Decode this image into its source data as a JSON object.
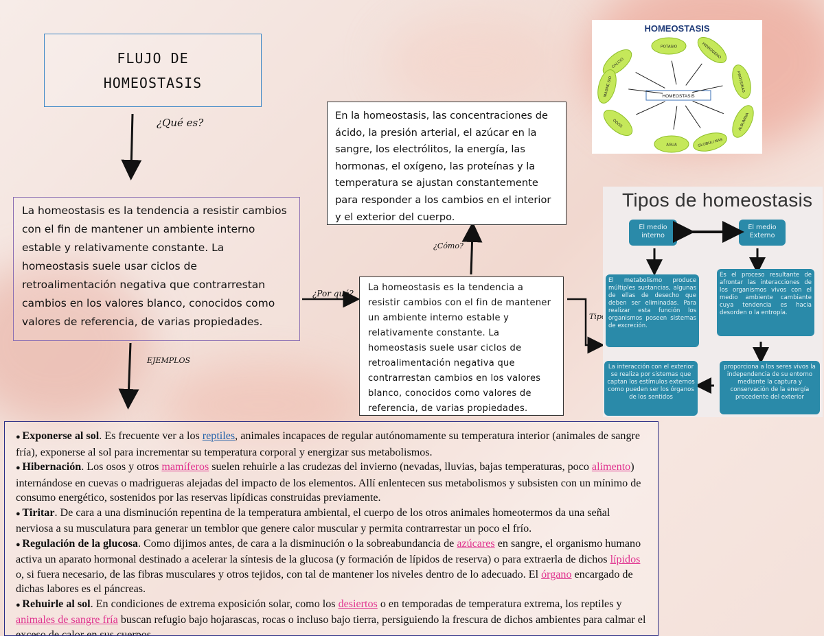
{
  "title": {
    "line1": "FLUJO DE",
    "line2": "HOMEOSTASIS"
  },
  "labels": {
    "que_es": "¿Qué es?",
    "por_que": "¿Por qué?",
    "como": "¿Cómo?",
    "tipo": "Tipo",
    "ejemplos": "EJEMPLOS"
  },
  "definition": "La homeostasis es la tendencia a resistir cambios con el fin de mantener un ambiente interno estable y relativamente constante. La homeostasis suele usar ciclos de retroalimentación negativa que contrarrestan cambios en los valores blanco, conocidos como valores de referencia, de varias propiedades.",
  "concentrations": "En la homeostasis, las concentraciones de ácido, la presión arterial, el azúcar en la sangre, los electrólitos, la energía, las hormonas, el oxígeno, las proteínas y la temperatura se ajustan constantemente para responder a los cambios en el interior y el exterior del cuerpo.",
  "definition2": "La homeostasis es la tendencia a resistir cambios con el fin de mantener un ambiente interno estable y relativamente constante. La homeostasis suele usar ciclos de retroalimentación negativa que contrarrestan cambios en los valores blanco, conocidos como valores de referencia, de varias propiedades.",
  "examples": [
    {
      "bold": "Exponerse al sol",
      "parts": [
        ". Es frecuente ver a los ",
        {
          "link": "reptiles",
          "blue": true
        },
        ", animales incapaces de regular autónomamente su temperatura interior (animales de sangre fría), exponerse al sol para incrementar su temperatura corporal y energizar sus metabolismos."
      ]
    },
    {
      "bold": "Hibernación",
      "parts": [
        ". Los osos y otros ",
        {
          "link": "mamíferos"
        },
        " suelen rehuirle a las crudezas del invierno (nevadas, lluvias, bajas temperaturas, poco ",
        {
          "link": "alimento"
        },
        ") internándose en cuevas o madrigueras alejadas del impacto de los elementos. Allí enlentecen sus metabolismos y subsisten con un mínimo de consumo energético, sostenidos por las reservas lipídicas construidas previamente."
      ]
    },
    {
      "bold": "Tiritar",
      "parts": [
        ". De cara a una disminución repentina de la temperatura ambiental, el cuerpo de los otros animales homeotermos da una señal nerviosa a su musculatura para generar un temblor que genere calor muscular y permita contrarrestar un poco el frío."
      ]
    },
    {
      "bold": "Regulación de la glucosa",
      "parts": [
        ". Como dijimos antes, de cara a la disminución o la sobreabundancia de ",
        {
          "link": "azúcares"
        },
        " en sangre, el organismo humano activa un aparato hormonal destinado a acelerar la síntesis de la glucosa (y formación de lípidos de reserva) o para extraerla de dichos ",
        {
          "link": "lípidos"
        },
        " o, si fuera necesario, de las fibras musculares y otros tejidos, con tal de mantener los niveles dentro de lo adecuado. El ",
        {
          "link": "órgano"
        },
        " encargado de dichas labores es el páncreas."
      ]
    },
    {
      "bold": "Rehuirle al sol",
      "parts": [
        ". En condiciones de extrema exposición solar, como los ",
        {
          "link": "desiertos"
        },
        " o en temporadas de temperatura extrema, los reptiles y ",
        {
          "link": "animales de sangre fría"
        },
        " buscan refugio bajo hojarascas, rocas o incluso bajo tierra, persiguiendo la frescura de dichos ambientes para calmar el exceso de calor en sus cuerpos."
      ]
    }
  ],
  "homeostasis_image": {
    "title": "HOMEOSTASIS",
    "center": "HOMEOSTASIS",
    "nodes": [
      "CALCIO",
      "POTASIO",
      "HIDROGENO",
      "PROTEINAS",
      "ALBUMINA",
      "GLOBULI NAS",
      "AGUA",
      "ODOS",
      "MAGNE SIO"
    ]
  },
  "tipos_image": {
    "title": "Tipos de homeostasis",
    "medio_interno": "El medio interno",
    "medio_externo": "El medio Externo",
    "interno_desc": "El metabolismo produce múltiples sustancias, algunas de ellas de desecho que deben ser eliminadas. Para realizar esta función los organismos poseen sistemas de excreción.",
    "externo_desc": "Es el proceso resultante de afrontar las interacciones de los organismos vivos con el medio ambiente cambiante cuya tendencia es hacia desorden o la entropía.",
    "interaccion": "La interacción con el exterior se realiza por sistemas que captan los estímulos externos como pueden ser los órganos de los sentidos",
    "proporciona": "proporciona a los seres vivos la independencia de su entorno mediante la captura y conservación de la energía procedente del exterior"
  },
  "colors": {
    "link_pink": "#e0338f",
    "link_blue": "#1f5fa8",
    "teal": "#2a8aa9"
  }
}
